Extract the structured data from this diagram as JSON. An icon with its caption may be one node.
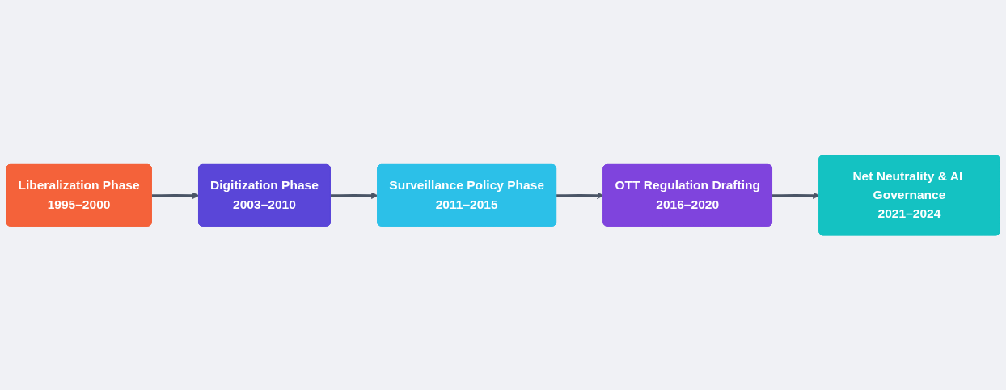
{
  "diagram": {
    "nodes": [
      {
        "text": [
          "Liberalization Phase",
          "1995–2000"
        ]
      },
      {
        "text": [
          "Digitization Phase",
          "2003–2010"
        ]
      },
      {
        "text": [
          "Surveillance Policy Phase",
          "2011–2015"
        ]
      },
      {
        "text": [
          "OTT Regulation Drafting",
          "2016–2020"
        ]
      },
      {
        "text": [
          "Net Neutrality & AI Governance",
          "2021–2024"
        ]
      }
    ],
    "edges": [
      {
        "from": 0,
        "to": 1,
        "arrow": "to"
      },
      {
        "from": 1,
        "to": 2,
        "arrow": "to"
      },
      {
        "from": 2,
        "to": 3,
        "arrow": "to"
      },
      {
        "from": 3,
        "to": 4,
        "arrow": "to"
      }
    ]
  }
}
